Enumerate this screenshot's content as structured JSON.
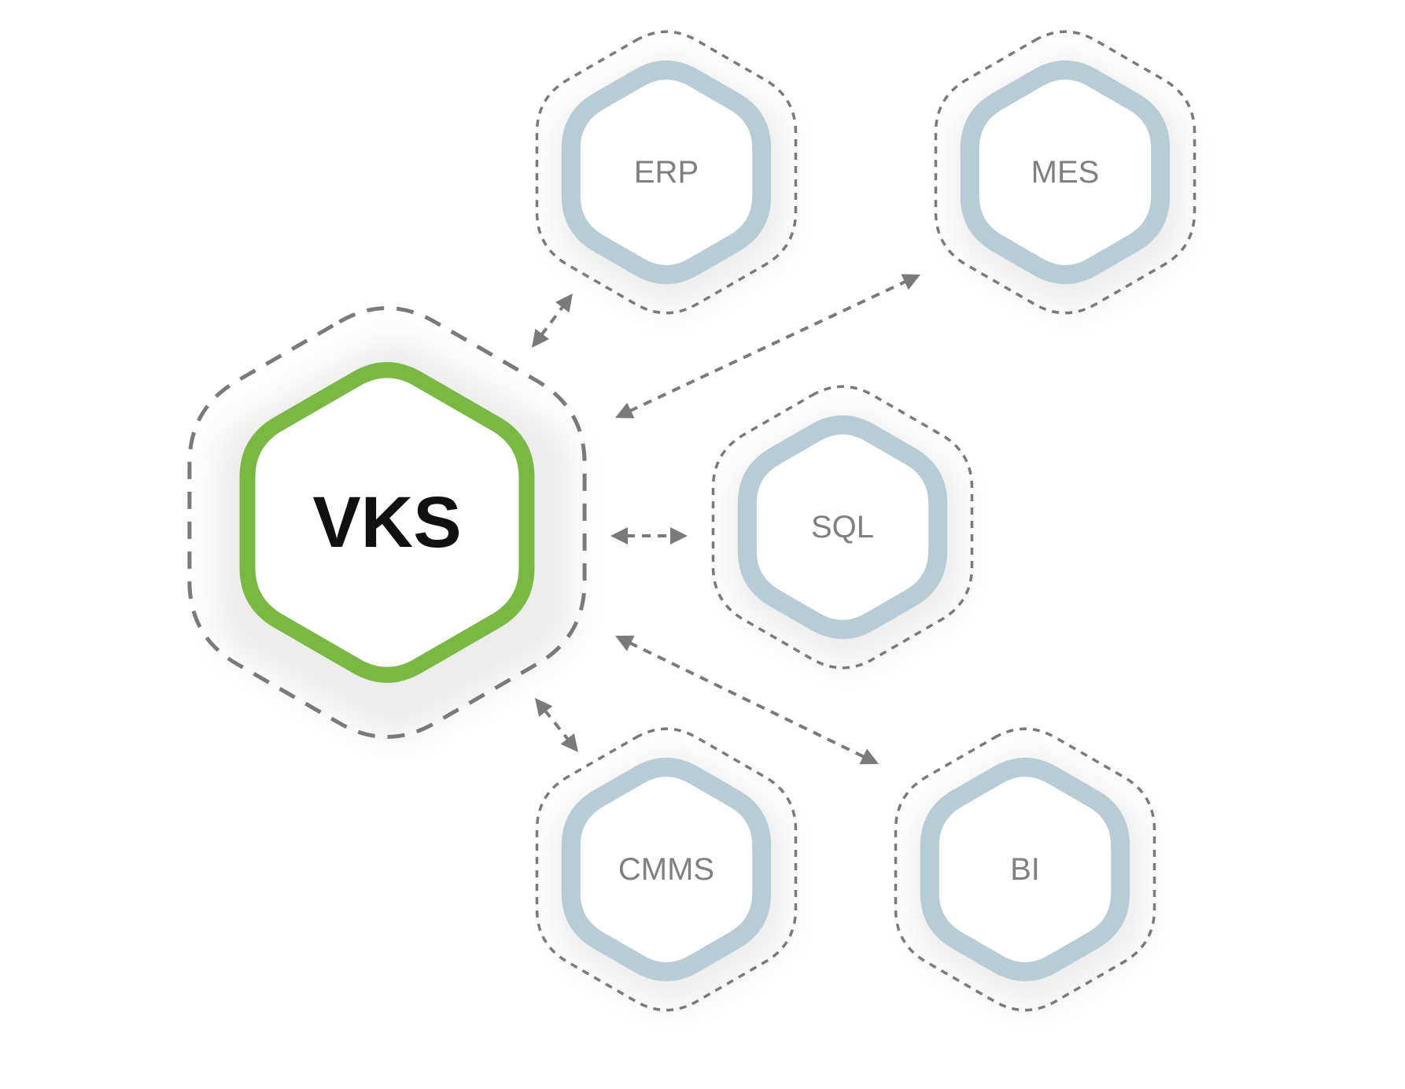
{
  "colors": {
    "center_ring": "#78b843",
    "satellite_ring": "#b8ccd6",
    "connector": "#7a7a7a",
    "center_text": "#111111",
    "satellite_text": "#808080"
  },
  "center": {
    "label": "VKS"
  },
  "systems": [
    {
      "key": "erp",
      "label": "ERP"
    },
    {
      "key": "mes",
      "label": "MES"
    },
    {
      "key": "sql",
      "label": "SQL"
    },
    {
      "key": "cmms",
      "label": "CMMS"
    },
    {
      "key": "bi",
      "label": "BI"
    }
  ],
  "connectors": [
    {
      "from": "VKS",
      "to": "ERP",
      "direction": "bidirectional"
    },
    {
      "from": "VKS",
      "to": "MES",
      "direction": "bidirectional"
    },
    {
      "from": "VKS",
      "to": "SQL",
      "direction": "bidirectional"
    },
    {
      "from": "VKS",
      "to": "CMMS",
      "direction": "bidirectional"
    },
    {
      "from": "VKS",
      "to": "BI",
      "direction": "bidirectional"
    }
  ]
}
